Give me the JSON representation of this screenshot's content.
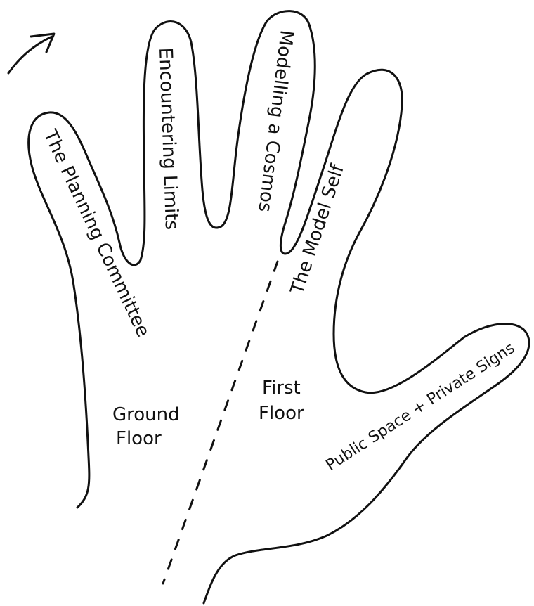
{
  "labels": {
    "finger_1": "The Planning Committee",
    "finger_2": "Encountering Limits",
    "finger_3": "Modelling a Cosmos",
    "finger_4": "The Model Self",
    "thumb": "Public Space + Private Signs",
    "ground_floor_line1": "Ground",
    "ground_floor_line2": "Floor",
    "first_floor_line1": "First",
    "first_floor_line2": "Floor"
  },
  "colors": {
    "ink": "#111111",
    "paper": "#ffffff"
  },
  "icons": {
    "direction_arrow": "arrow-up-right-icon"
  }
}
